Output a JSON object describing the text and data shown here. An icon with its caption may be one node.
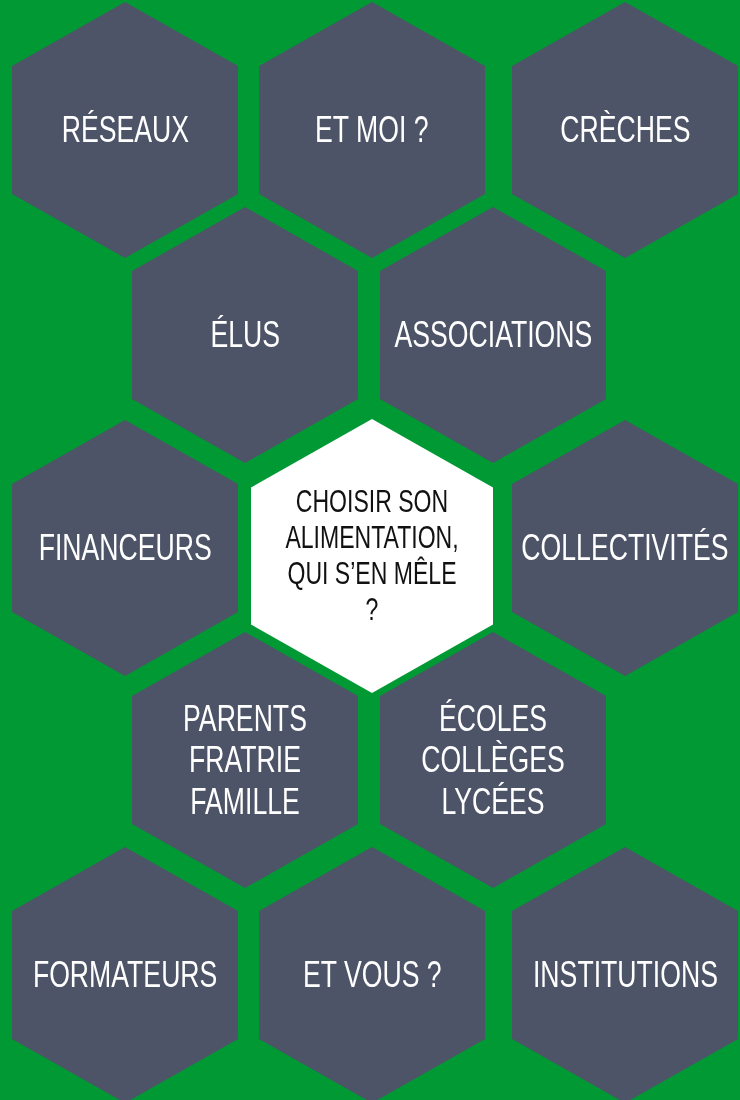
{
  "diagram": {
    "nodes": [
      {
        "text": [
          "RÉSEAUX"
        ]
      },
      {
        "text": [
          "ET MOI ?"
        ]
      },
      {
        "text": [
          "CRÈCHES"
        ]
      },
      {
        "text": [
          "ÉLUS"
        ]
      },
      {
        "text": [
          "ASSOCIATIONS"
        ]
      },
      {
        "text": [
          "FINANCEURS"
        ]
      },
      {
        "text": [
          "CHOISIR SON ALIMENTATION, QUI S’EN MÊLE ?"
        ]
      },
      {
        "text": [
          "COLLECTIVITÉS"
        ]
      },
      {
        "text": [
          "PARENTS FRATRIE FAMILLE"
        ]
      },
      {
        "text": [
          "ÉCOLES COLLÈGES LYCÉES"
        ]
      },
      {
        "text": [
          "FORMATEURS"
        ]
      },
      {
        "text": [
          "ET VOUS ?"
        ]
      },
      {
        "text": [
          "INSTITUTIONS"
        ]
      }
    ]
  }
}
